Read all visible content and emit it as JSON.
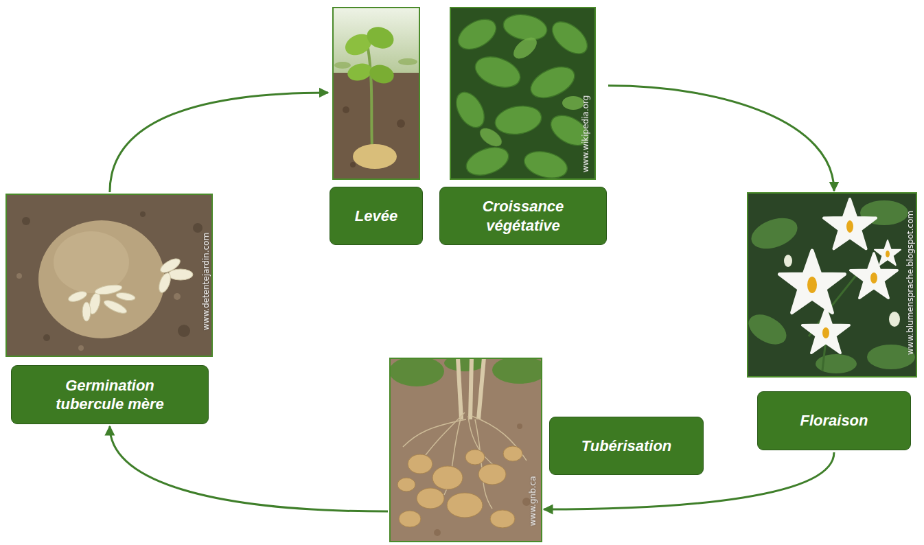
{
  "diagram": {
    "nodes": [
      {
        "text": [
          "Germination tubercule mère"
        ]
      },
      {
        "text": [
          "Levée"
        ]
      },
      {
        "text": [
          "Croissance végétative"
        ]
      },
      {
        "text": [
          "Floraison"
        ]
      },
      {
        "text": [
          "Tubérisation"
        ]
      }
    ],
    "edges": [
      {
        "from": 0,
        "to": 1,
        "arrow": "to"
      },
      {
        "from": 2,
        "to": 3,
        "arrow": "to"
      },
      {
        "from": 3,
        "to": 4,
        "arrow": "to"
      },
      {
        "from": 4,
        "to": 0,
        "arrow": "to"
      }
    ],
    "labels": [
      "www.detentejardin.com",
      "www.wikipedia.org",
      "www.blumensprache.blogspot.com",
      "www.gnb.ca"
    ]
  }
}
